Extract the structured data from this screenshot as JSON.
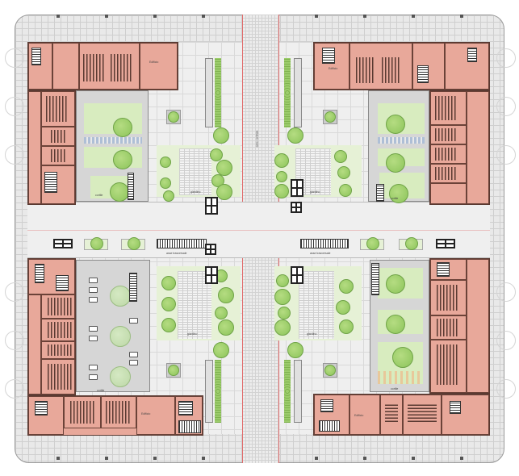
{
  "drawing": {
    "type": "architectural-site-plan",
    "colors": {
      "building": "#e8a89a",
      "building_outline": "#5a3a32",
      "paving": "#e9e9e9",
      "lawn": "#d8ecbf",
      "tree": "#8cc45a",
      "courtyard_frame": "#d6d6d6",
      "axis_line": "#e06a6a"
    },
    "wings": [
      {
        "id": "north-west",
        "label": "Edificio"
      },
      {
        "id": "north-east",
        "label": "Edificio"
      },
      {
        "id": "south-west",
        "label": "Edificio"
      },
      {
        "id": "south-east",
        "label": "Edificio"
      }
    ],
    "labels": {
      "courtyard_nw": "cortile",
      "courtyard_ne": "cortile",
      "courtyard_sw": "cortile",
      "courtyard_se": "cortile",
      "central_axis": "asse centrale",
      "cross_axis_left": "asse trasversale",
      "cross_axis_right": "asse trasversale",
      "garden_nw": "giardino",
      "garden_ne": "giardino",
      "garden_sw": "giardino",
      "garden_se": "giardino"
    }
  }
}
